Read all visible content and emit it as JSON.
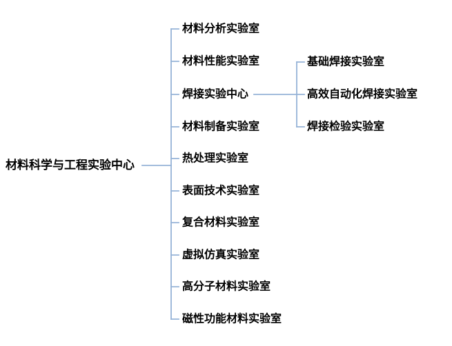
{
  "diagram": {
    "line_color": "#95b3d7",
    "root": {
      "label": "材料科学与工程实验中心"
    },
    "children": [
      {
        "label": "材料分析实验室"
      },
      {
        "label": "材料性能实验室"
      },
      {
        "label": "焊接实验中心",
        "children": [
          {
            "label": "基础焊接实验室"
          },
          {
            "label": "高效自动化焊接实验室"
          },
          {
            "label": "焊接检验实验室"
          }
        ]
      },
      {
        "label": "材料制备实验室"
      },
      {
        "label": "热处理实验室"
      },
      {
        "label": "表面技术实验室"
      },
      {
        "label": "复合材料实验室"
      },
      {
        "label": "虚拟仿真实验室"
      },
      {
        "label": "高分子材料实验室"
      },
      {
        "label": "磁性功能材料实验室"
      }
    ]
  }
}
